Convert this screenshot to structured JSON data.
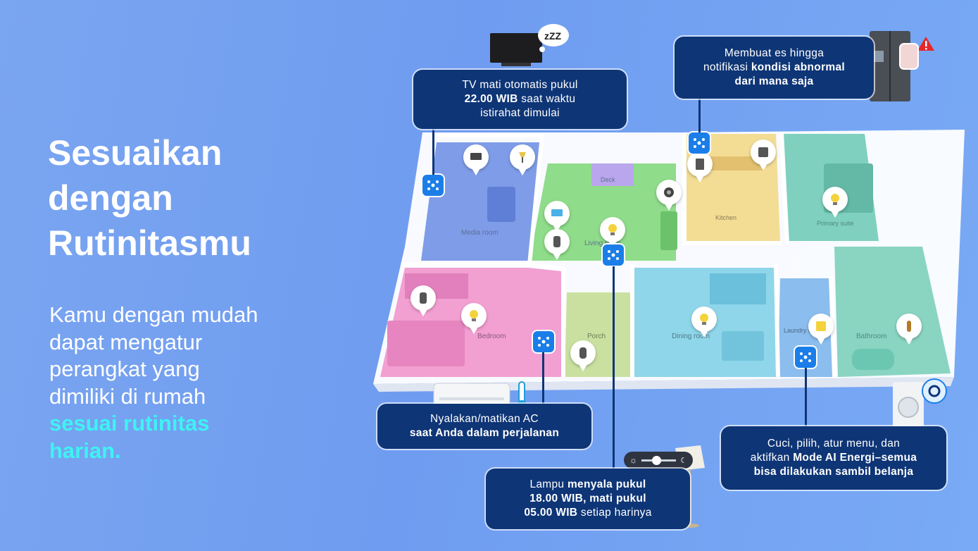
{
  "headline": [
    "Sesuaikan",
    "dengan",
    "Rutinitasmu"
  ],
  "body": {
    "lines": [
      "Kamu dengan mudah",
      "dapat mengatur",
      "perangkat yang",
      "dimiliki di rumah"
    ],
    "highlight": [
      "sesuai rutinitas",
      "harian."
    ]
  },
  "rooms": {
    "media": "Media room",
    "living": "Living room",
    "deck": "Deck",
    "kitchen": "Kitchen",
    "primary": "Primary suite",
    "bedroom": "Bedroom",
    "porch": "Porch",
    "dining": "Dining room",
    "laundry": "Laundry room",
    "bathroom": "Bathroom"
  },
  "callouts": {
    "tv": {
      "l1a": "TV mati otomatis pukul",
      "l2b": "22.00 WIB",
      "l2": " saat waktu",
      "l3": "istirahat dimulai"
    },
    "fridge": {
      "l1": "Membuat es hingga",
      "l2": "notifikasi ",
      "l2b": "kondisi abnormal",
      "l3b": "dari mana saja"
    },
    "ac": {
      "l1": "Nyalakan/matikan AC",
      "l2b": "saat Anda dalam perjalanan"
    },
    "lamp": {
      "l1": "Lampu ",
      "l1b": "menyala pukul",
      "l2b": "18.00 WIB, mati pukul",
      "l3b": "05.00 WIB",
      "l3": " setiap harinya"
    },
    "washer": {
      "l1": "Cuci, pilih, atur menu, dan",
      "l2": "aktifkan ",
      "l2b": "Mode AI Energi–semua",
      "l3b": "bisa dilakukan sambil belanja"
    }
  },
  "colors": {
    "callout_bg": "#0e3576",
    "hub": "#1b7ee8",
    "highlight": "#3ff2f2",
    "alert": "#e5262b"
  }
}
